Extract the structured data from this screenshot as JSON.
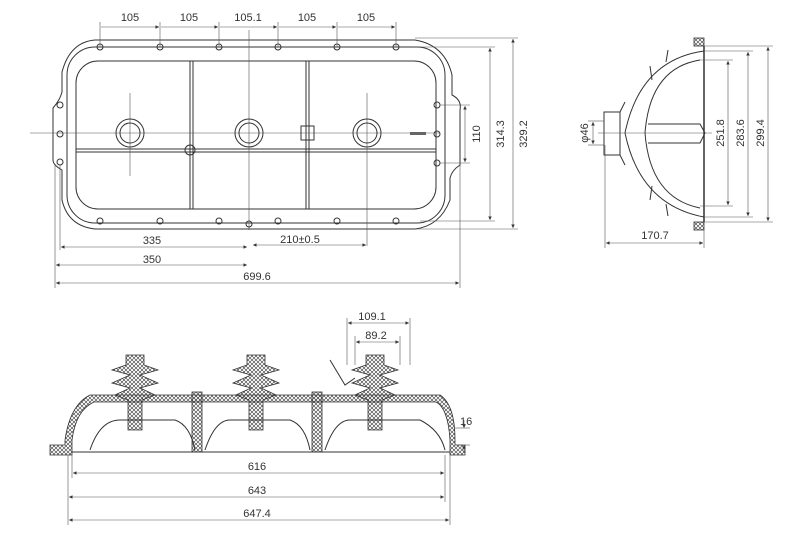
{
  "top_view": {
    "pitch_dims": [
      "105",
      "105",
      "105.1",
      "105",
      "105"
    ],
    "dim_110": "110",
    "dim_314_3": "314.3",
    "dim_329_2": "329.2",
    "dim_335": "335",
    "dim_350": "350",
    "dim_210": "210±0.5",
    "dim_699_6": "699.6"
  },
  "side_view": {
    "dim_phi46": "φ46",
    "dim_251_8": "251.8",
    "dim_283_6": "283.6",
    "dim_299_4": "299.4",
    "dim_170_7": "170.7"
  },
  "section_view": {
    "dim_109_1": "109.1",
    "dim_89_2": "89.2",
    "dim_16": "16",
    "dim_616": "616",
    "dim_643": "643",
    "dim_647_4": "647.4"
  }
}
